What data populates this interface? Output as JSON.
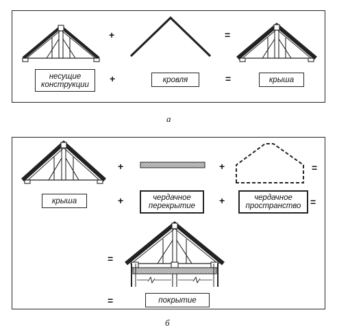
{
  "panel_a": {
    "labels": {
      "structures": "несущие\nконструкции",
      "roofing": "кровля",
      "roof": "крыша"
    },
    "ops": {
      "plus1": "+",
      "plus2": "+",
      "eq1": "=",
      "plus3": "+",
      "eq2": "="
    },
    "caption": "а"
  },
  "panel_b": {
    "labels": {
      "roof": "крыша",
      "attic_floor": "чердачное\nперекрытие",
      "attic_space": "чердачное\nпространство",
      "covering": "покрытие"
    },
    "ops": {
      "plus1": "+",
      "plus2": "+",
      "eq1": "=",
      "plus3": "+",
      "plus4": "+",
      "eq2": "=",
      "eq3": "=",
      "eq4": "="
    },
    "caption": "б"
  },
  "colors": {
    "line": "#222222",
    "slab": "#b8b8b8",
    "background": "#ffffff"
  }
}
